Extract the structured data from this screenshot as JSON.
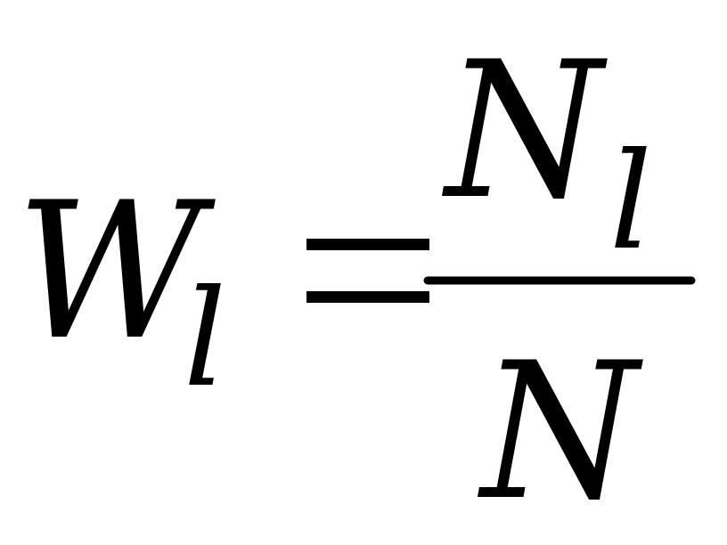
{
  "formula": {
    "lhs": {
      "base": "W",
      "subscript": "l"
    },
    "operator": "=",
    "rhs": {
      "numerator": {
        "base": "N",
        "subscript": "l"
      },
      "denominator": "N"
    },
    "color": "#000000",
    "background": "#ffffff"
  }
}
